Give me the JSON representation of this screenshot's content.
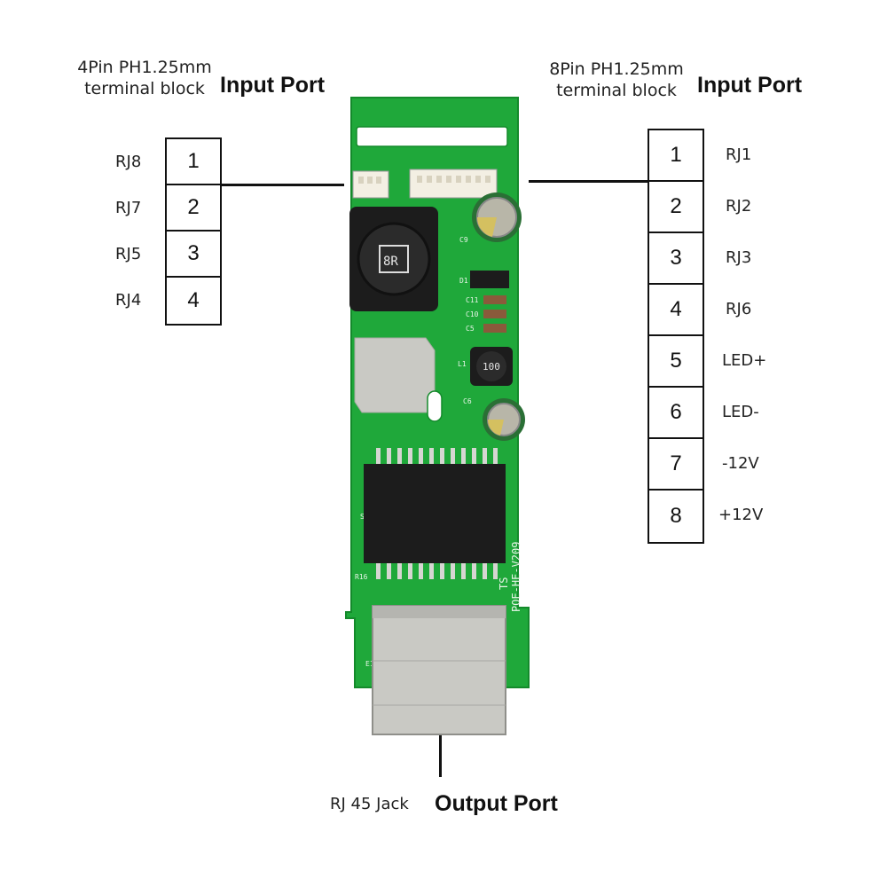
{
  "left_connector": {
    "caption_line1": "4Pin PH1.25mm",
    "caption_line2": "terminal block",
    "port_title": "Input Port",
    "pins": [
      {
        "num": "1",
        "label": "RJ8"
      },
      {
        "num": "2",
        "label": "RJ7"
      },
      {
        "num": "3",
        "label": "RJ5"
      },
      {
        "num": "4",
        "label": "RJ4"
      }
    ]
  },
  "right_connector": {
    "caption_line1": "8Pin PH1.25mm",
    "caption_line2": "terminal block",
    "port_title": "Input Port",
    "pins": [
      {
        "num": "1",
        "label": "RJ1"
      },
      {
        "num": "2",
        "label": "RJ2"
      },
      {
        "num": "3",
        "label": "RJ3"
      },
      {
        "num": "4",
        "label": "RJ6"
      },
      {
        "num": "5",
        "label": "LED+"
      },
      {
        "num": "6",
        "label": "LED-"
      },
      {
        "num": "7",
        "label": "-12V"
      },
      {
        "num": "8",
        "label": "+12V"
      }
    ]
  },
  "output": {
    "jack_label": "RJ 45 Jack",
    "port_title": "Output Port"
  },
  "board": {
    "silk_model": "POE-HE-V209",
    "silk_ts": "TS",
    "inductor_mark": "100",
    "big_inductor_mark": "8R",
    "refs": [
      "C9",
      "D1",
      "C11",
      "C10",
      "C5",
      "L1",
      "C6",
      "S3",
      "R16",
      "E1"
    ],
    "colors": {
      "pcb": "#1fa83a",
      "pcb_dark": "#178a2d",
      "metal": "#c9c9c4",
      "black_part": "#1c1c1c"
    }
  }
}
